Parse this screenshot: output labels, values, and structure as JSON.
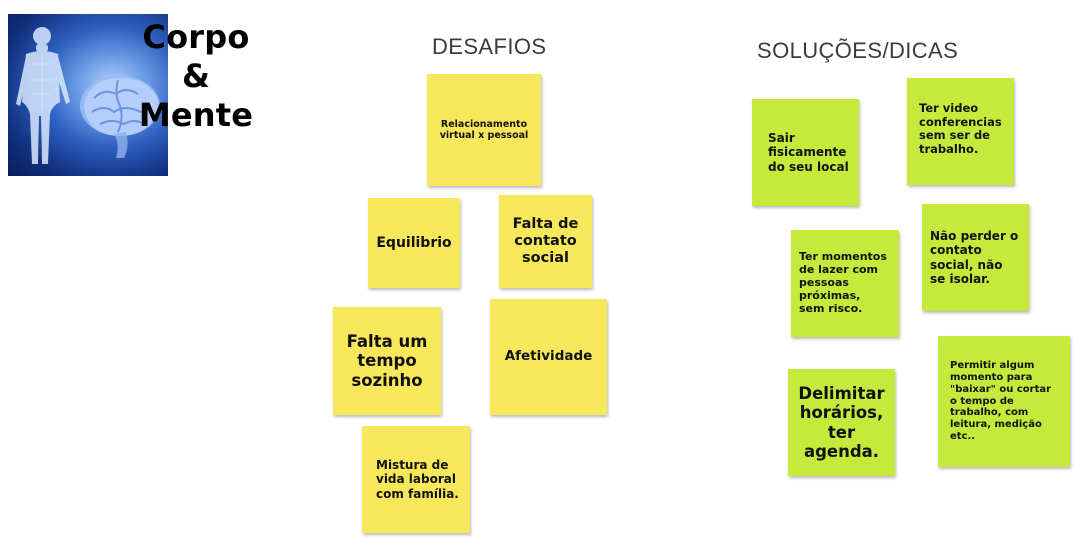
{
  "title_lines": [
    "Corpo",
    "&",
    "Mente"
  ],
  "sections": {
    "desafios": "DESAFIOS",
    "solucoes": "SOLUÇÕES/DICAS"
  },
  "desafios_notes": [
    "Relacionamento virtual x pessoal",
    "Equilibrio",
    "Falta de contato social",
    "Falta um tempo sozinho",
    "Afetividade",
    "Mistura de vida laboral com família."
  ],
  "solucoes_notes": [
    "Sair fisicamente do seu local",
    "Ter video conferencias sem ser de trabalho.",
    "Não perder o contato social, não se isolar.",
    "Ter momentos de lazer com pessoas próximas, sem risco.",
    "Delimitar horários, ter agenda.",
    "Permitir algum momento para \"baixar\" ou cortar o tempo de trabalho, com leitura, medição etc.."
  ],
  "colors": {
    "desafio_note": "#f7e75b",
    "solucao_note": "#c6ea3b",
    "hero_blue": "#2d5fc0"
  },
  "icons": [
    "human-body-brain-illustration"
  ]
}
